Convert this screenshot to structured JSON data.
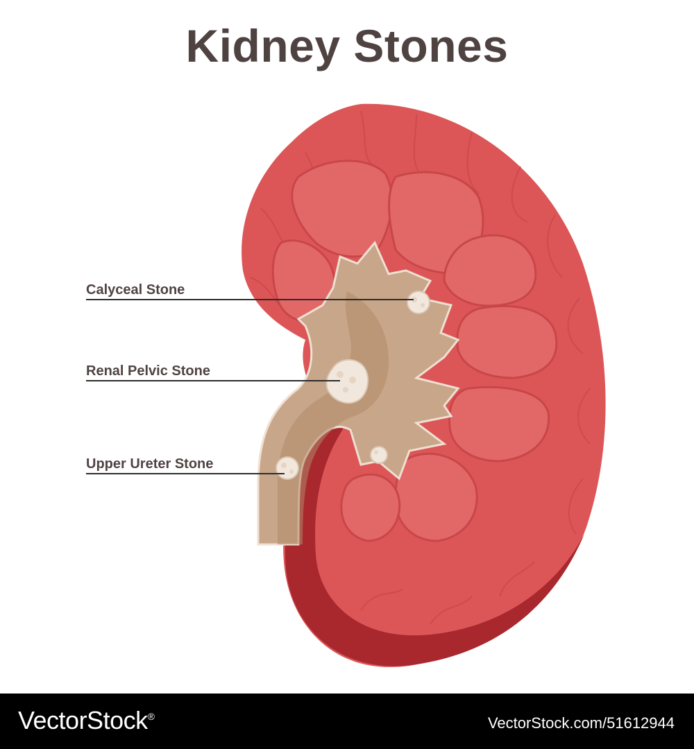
{
  "title": "Kidney Stones",
  "labels": {
    "calyceal": "Calyceal Stone",
    "renal_pelvic": "Renal Pelvic Stone",
    "upper_ureter": "Upper Ureter Stone"
  },
  "footer": {
    "brand": "VectorStock",
    "brand_mark": "®",
    "image_id": "VectorStock.com/51612944"
  },
  "colors": {
    "title": "#4f4342",
    "kidney_outer": "#dc5657",
    "kidney_dark": "#a8282e",
    "pyramid": "#e26868",
    "pelvis": "#c8a68a",
    "pelvis_dark": "#b08968",
    "stone": "#f2e7dc",
    "footer_bg": "#000000"
  },
  "icons": [
    "kidney-illustration",
    "stone-icon"
  ]
}
